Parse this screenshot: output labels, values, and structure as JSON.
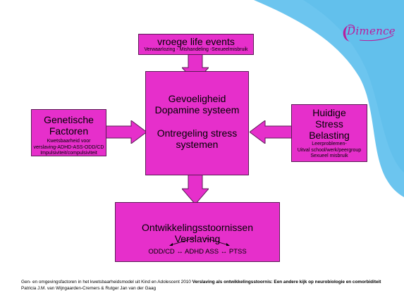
{
  "logo": {
    "text": "Dimence",
    "icon": "crescent-logo-icon"
  },
  "boxes": {
    "top": {
      "title": "vroege life events",
      "subtitle": "Verwaarlozing - Mishandeling -Sexueelmisbruik"
    },
    "center": {
      "line1": "Gevoeligheid",
      "line2": "Dopamine systeem",
      "line3": "Ontregeling stress",
      "line4": "systemen"
    },
    "left": {
      "line1": "Genetische",
      "line2": "Factoren",
      "sub1": "Kwetsbaarheid voor",
      "sub2": "verslaving-ADHD-ASS-ODD/CD",
      "sub3": "Impulsiviteit/compulsiviteit"
    },
    "right": {
      "line1": "Huidige",
      "line2": "Stress",
      "line3": "Belasting",
      "sub1": "Leerproblemen-",
      "sub2": "Uitval school/werk/peergroup",
      "sub3": "Sexueel misbruik"
    },
    "bottom": {
      "line1": "Ontwikkelingsstoornissen",
      "line2": "Verslaving",
      "items": "ODD/CD  ↔ ADHD ASS ↔ PTSS"
    }
  },
  "footer": {
    "part1": "Gen- en omgevingsfactoren in het kwetsbaarheidsmodel uit  Kind en Adolescent 2010 ",
    "bold1": "Verslaving als ontwikkelingsstoornis: Een andere kijk op neurobiologie en comorbiditeit",
    "part2": " Patricia J.M. van Wijngaarden-Cremers & Rutger Jan van der Gaag"
  },
  "colors": {
    "box_fill": "#e62fcb",
    "background_blue": "#6cc5ef",
    "background_white": "#ffffff",
    "logo": "#b81e9e"
  }
}
